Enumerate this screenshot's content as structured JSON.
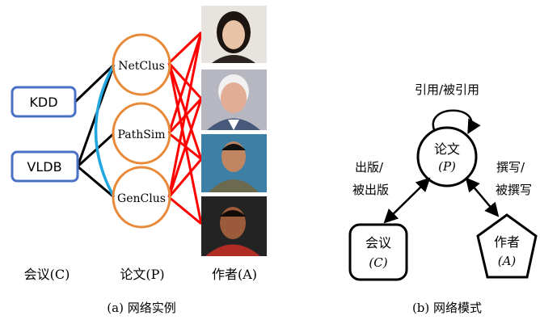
{
  "panel_a": {
    "venues": [
      "KDD",
      "VLDB"
    ],
    "papers": [
      "NetClus",
      "PathSim",
      "GenClus"
    ],
    "axis_labels": {
      "venue": "会议(C)",
      "paper": "论文(P)",
      "author": "作者(A)"
    },
    "caption": "(a)  网络实例",
    "colors": {
      "venue_box": "#4a72c4",
      "paper_circle": "#e88a3a",
      "venue_paper_edge": "#000000",
      "paper_paper_edge": "#22a6e0",
      "paper_author_edge": "#ff0000"
    }
  },
  "panel_b": {
    "self_loop_label": "引用/被引用",
    "paper_node": {
      "name": "论文",
      "symbol": "(P)"
    },
    "venue_node": {
      "name": "会议",
      "symbol": "(C)"
    },
    "author_node": {
      "name": "作者",
      "symbol": "(A)"
    },
    "left_edge_label": [
      "出版/",
      "被出版"
    ],
    "right_edge_label": [
      "撰写/",
      "被撰写"
    ],
    "caption": "(b)  网络模式"
  }
}
